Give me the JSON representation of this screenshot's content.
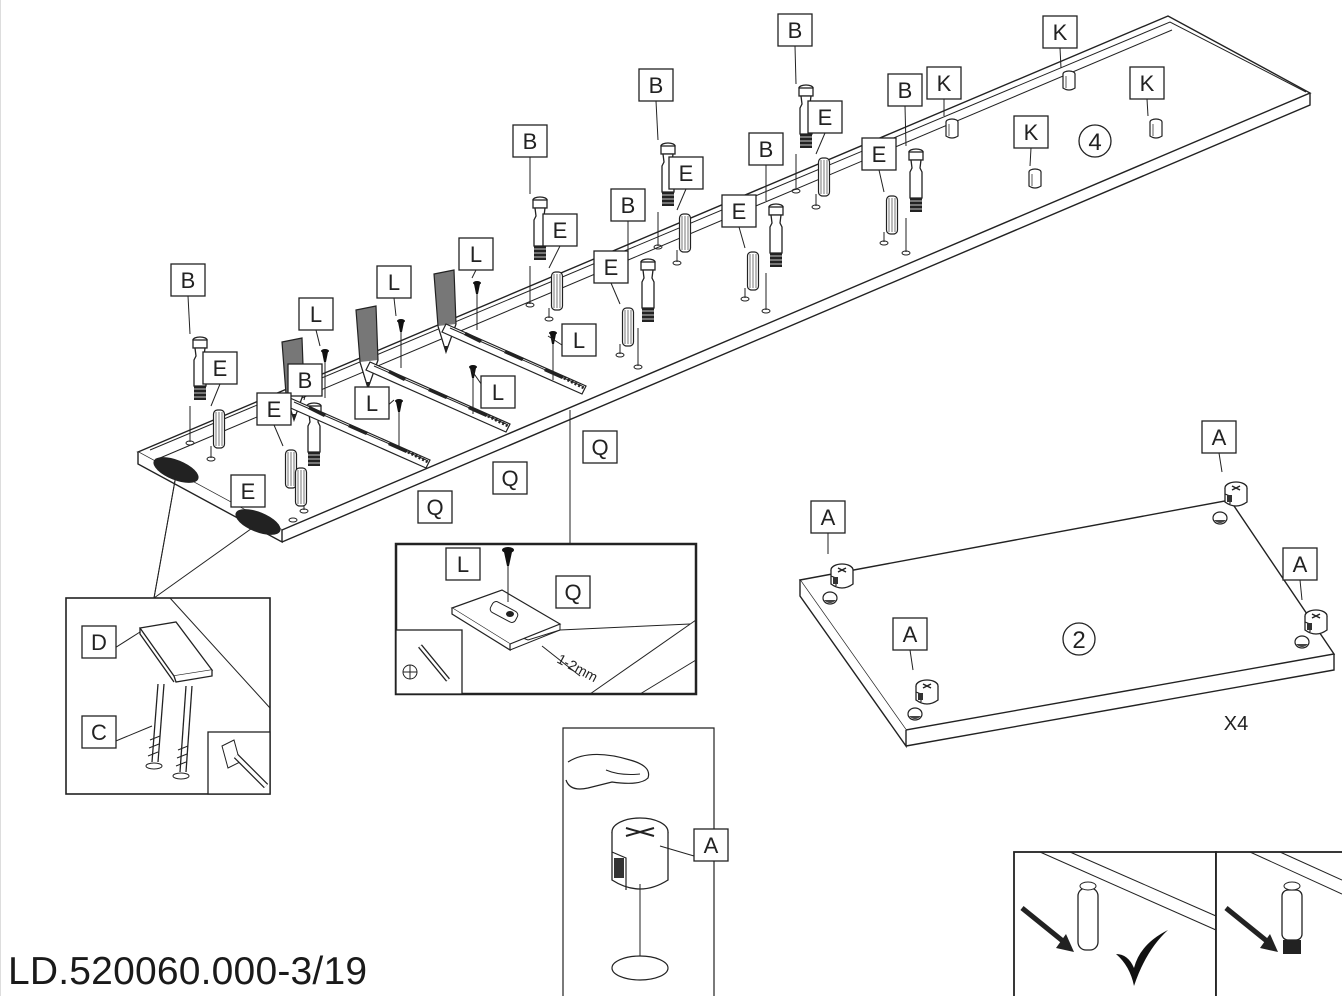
{
  "document_code": "LD.520060.000-3/19",
  "step_numbers": {
    "shelf_step": "4",
    "board_step": "2"
  },
  "quantity_label": "X4",
  "spacing_label": "1-2mm",
  "parts": {
    "A": "A",
    "B": "B",
    "C": "C",
    "D": "D",
    "E": "E",
    "K": "K",
    "L": "L",
    "Q": "Q"
  }
}
